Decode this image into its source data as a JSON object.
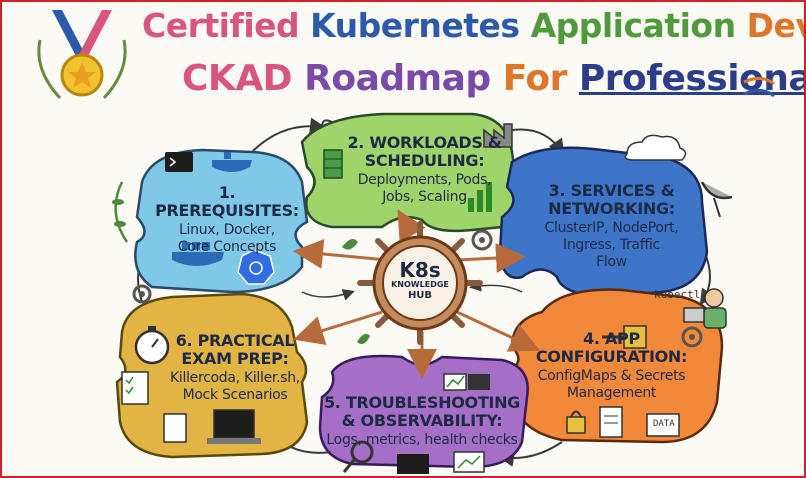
{
  "title": {
    "line1_a": "Certified",
    "line1_b": "Kubernetes",
    "line1_c": "Application",
    "line1_d": "Developer",
    "line2_a": "CKAD",
    "line2_b": "Roadmap",
    "line2_c": "For",
    "line2_d": "Professionals"
  },
  "hub": {
    "line1": "K8s",
    "line2": "KNOWLEDGE",
    "line3": "HUB"
  },
  "pieces": [
    {
      "title1": "1. PREREQUISITES:",
      "title2": "",
      "body1": "Linux, Docker,",
      "body2": "Core Concepts",
      "body3": "",
      "color": "#7fc8e8"
    },
    {
      "title1": "2. WORKLOADS &",
      "title2": "SCHEDULING:",
      "body1": "Deployments, Pods,",
      "body2": "Jobs, Scaling",
      "body3": "",
      "color": "#9fd46a"
    },
    {
      "title1": "3. SERVICES &",
      "title2": "NETWORKING:",
      "body1": "ClusterIP, NodePort,",
      "body2": "Ingress, Traffic",
      "body3": "Flow",
      "color": "#3f75c8"
    },
    {
      "title1": "4. APP",
      "title2": "CONFIGURATION:",
      "body1": "ConfigMaps & Secrets",
      "body2": "Management",
      "body3": "",
      "color": "#f2893a"
    },
    {
      "title1": "5. TROUBLESHOOTING",
      "title2": "& OBSERVABILITY:",
      "body1": "Logs, metrics, health checks",
      "body2": "",
      "body3": "",
      "color": "#a56fc8"
    },
    {
      "title1": "6. PRACTICAL",
      "title2": "EXAM PREP:",
      "body1": "Killercoda, Killer.sh,",
      "body2": "Mock Scenarios",
      "body3": "",
      "color": "#e2b444"
    }
  ],
  "labels": {
    "kubectl": "kubectl",
    "data": "DATA"
  }
}
